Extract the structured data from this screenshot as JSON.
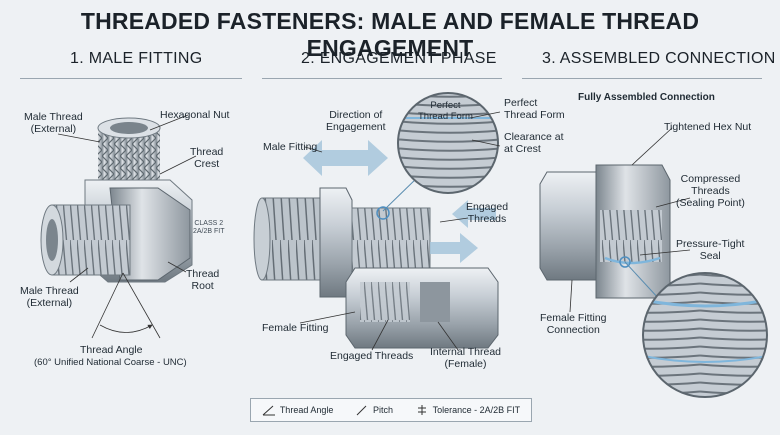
{
  "title": "THREADED FASTENERS: MALE AND FEMALE THREAD ENGAGEMENT",
  "sections": [
    {
      "heading": "1. MALE FITTING"
    },
    {
      "heading": "2. ENGAGEMENT PHASE"
    },
    {
      "heading": "3. ASSEMBLED CONNECTION"
    }
  ],
  "panel1": {
    "male_thread_external_top": "Male Thread\n(External)",
    "hexagonal_nut": "Hexagonal Nut",
    "thread_crest": "Thread\nCrest",
    "class_fit": "CLASS 2\n2A/2B FIT",
    "thread_root": "Thread\nRoot",
    "male_thread_external_bottom": "Male Thread\n(External)",
    "thread_angle": "Thread Angle",
    "thread_angle_note": "(60° Unified National Coarse - UNC)"
  },
  "panel2": {
    "direction": "Direction of\nEngagement",
    "perfect_thread_inner": "Perfect\nThread Form",
    "perfect_thread_outer": "Perfect\nThread Form",
    "clearance": "Clearance at\nat Crest",
    "male_fitting": "Male Fitting",
    "engaged_threads_right": "Engaged\nThreads",
    "female_fitting": "Female Fitting",
    "engaged_threads_bottom": "Engaged Threads",
    "internal_thread": "Internal Thread\n(Female)"
  },
  "panel3": {
    "subtitle": "Fully Assembled Connection",
    "tightened_hex_nut": "Tightened Hex Nut",
    "compressed_threads": "Compressed\nThreads\n(Sealing Point)",
    "pressure_tight": "Pressure-Tight\nSeal",
    "female_fitting_connection": "Female Fitting\nConnection"
  },
  "legend": {
    "thread_angle": "Thread Angle",
    "pitch": "Pitch",
    "tolerance": "Tolerance - 2A/2B FIT"
  },
  "colors": {
    "metal_light": "#d9dee3",
    "metal_mid": "#a9b1b9",
    "metal_dark": "#6f7981",
    "arrow_blue": "#9ec3db",
    "seal_blue": "#7fb6dc"
  }
}
